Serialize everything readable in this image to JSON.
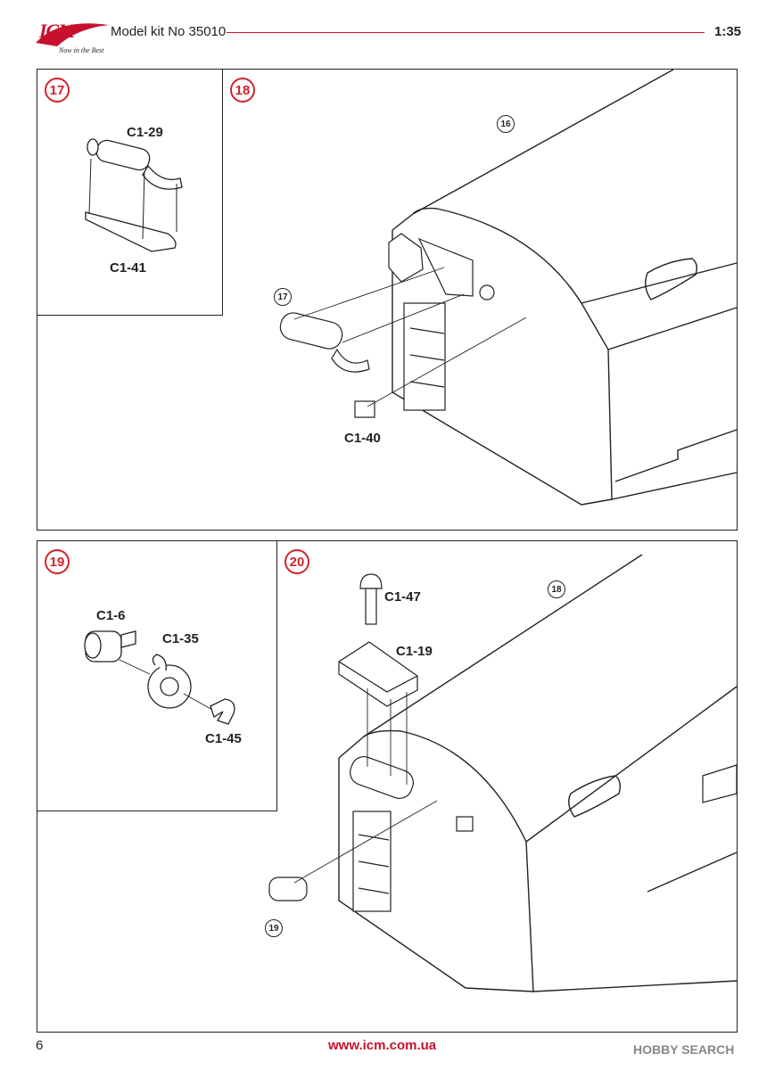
{
  "header": {
    "brand": "ICM",
    "tagline": "Now in the Best",
    "kit_title": "Model kit No 35010",
    "scale": "1:35",
    "brand_color": "#c8102e"
  },
  "steps": [
    {
      "number": "17",
      "parts": [
        "C1-29",
        "C1-41"
      ]
    },
    {
      "number": "18",
      "ref": "16",
      "sub_ref": "17",
      "parts": [
        "C1-40"
      ]
    },
    {
      "number": "19",
      "parts": [
        "C1-6",
        "C1-35",
        "C1-45"
      ]
    },
    {
      "number": "20",
      "ref": "18",
      "sub_ref": "19",
      "parts": [
        "C1-47",
        "C1-19"
      ]
    }
  ],
  "footer": {
    "page": "6",
    "url": "www.icm.com.ua",
    "watermark": "HOBBY SEARCH"
  }
}
